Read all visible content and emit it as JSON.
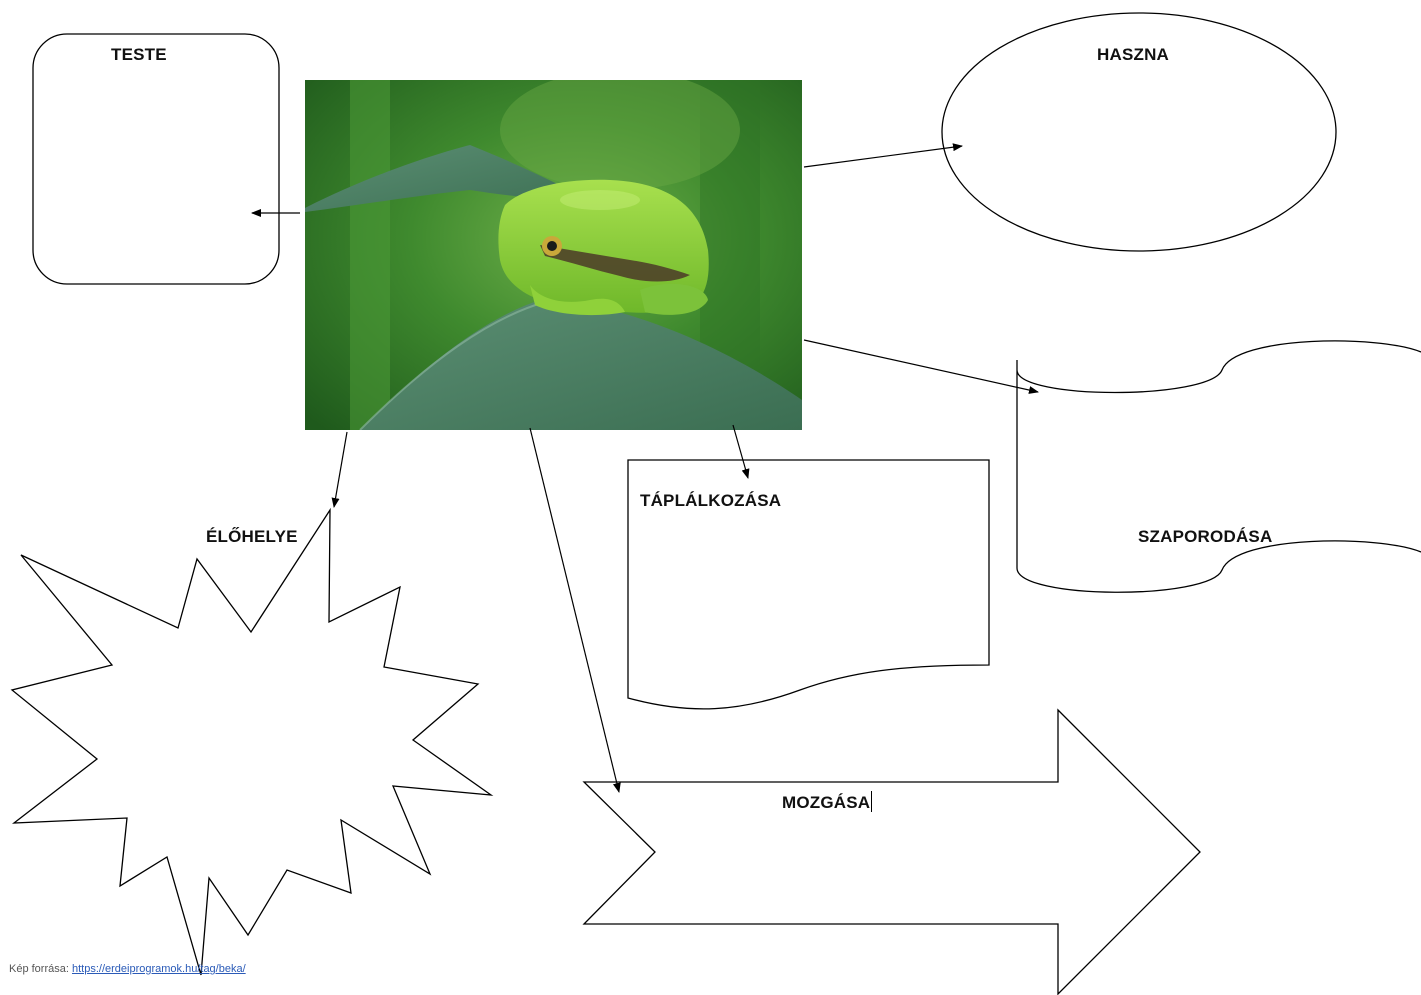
{
  "labels": {
    "teste": "TESTE",
    "haszna": "HASZNA",
    "elohelye": "ÉLŐHELYE",
    "taplalkozasa": "TÁPLÁLKOZÁSA",
    "szaporodasa": "SZAPORODÁSA",
    "mozgasa": "MOZGÁSA"
  },
  "image": {
    "subject": "green-tree-frog-on-grass-blade"
  },
  "source": {
    "prefix": "Kép forrása: ",
    "link_text": "https://erdeiprogramok.hu/tag/beka/"
  },
  "colors": {
    "outline": "#000000",
    "link": "#2b5bb8",
    "frog_green": "#8fd13a",
    "background_green": "#3f8a2e"
  }
}
